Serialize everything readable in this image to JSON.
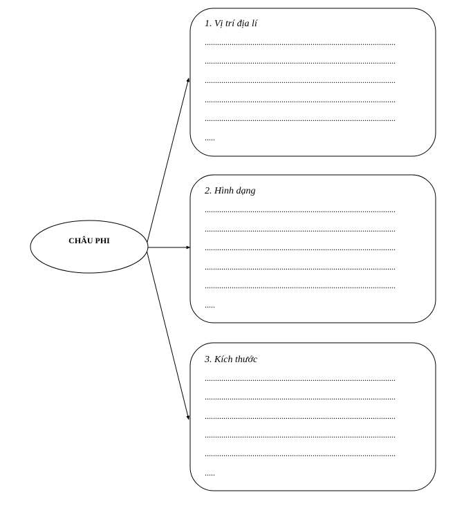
{
  "center": {
    "label": "CHÂU PHI"
  },
  "boxes": [
    {
      "title": "1. Vị trí địa lí",
      "lines": [
        "............................................................................................",
        "............................................................................................",
        "............................................................................................",
        "............................................................................................",
        "............................................................................................",
        "....."
      ]
    },
    {
      "title": "2. Hình dạng",
      "lines": [
        "............................................................................................",
        "............................................................................................",
        "............................................................................................",
        "............................................................................................",
        "............................................................................................",
        "....."
      ]
    },
    {
      "title": "3. Kích thước",
      "lines": [
        "............................................................................................",
        "............................................................................................",
        "............................................................................................",
        "............................................................................................",
        "............................................................................................",
        "....."
      ]
    }
  ]
}
